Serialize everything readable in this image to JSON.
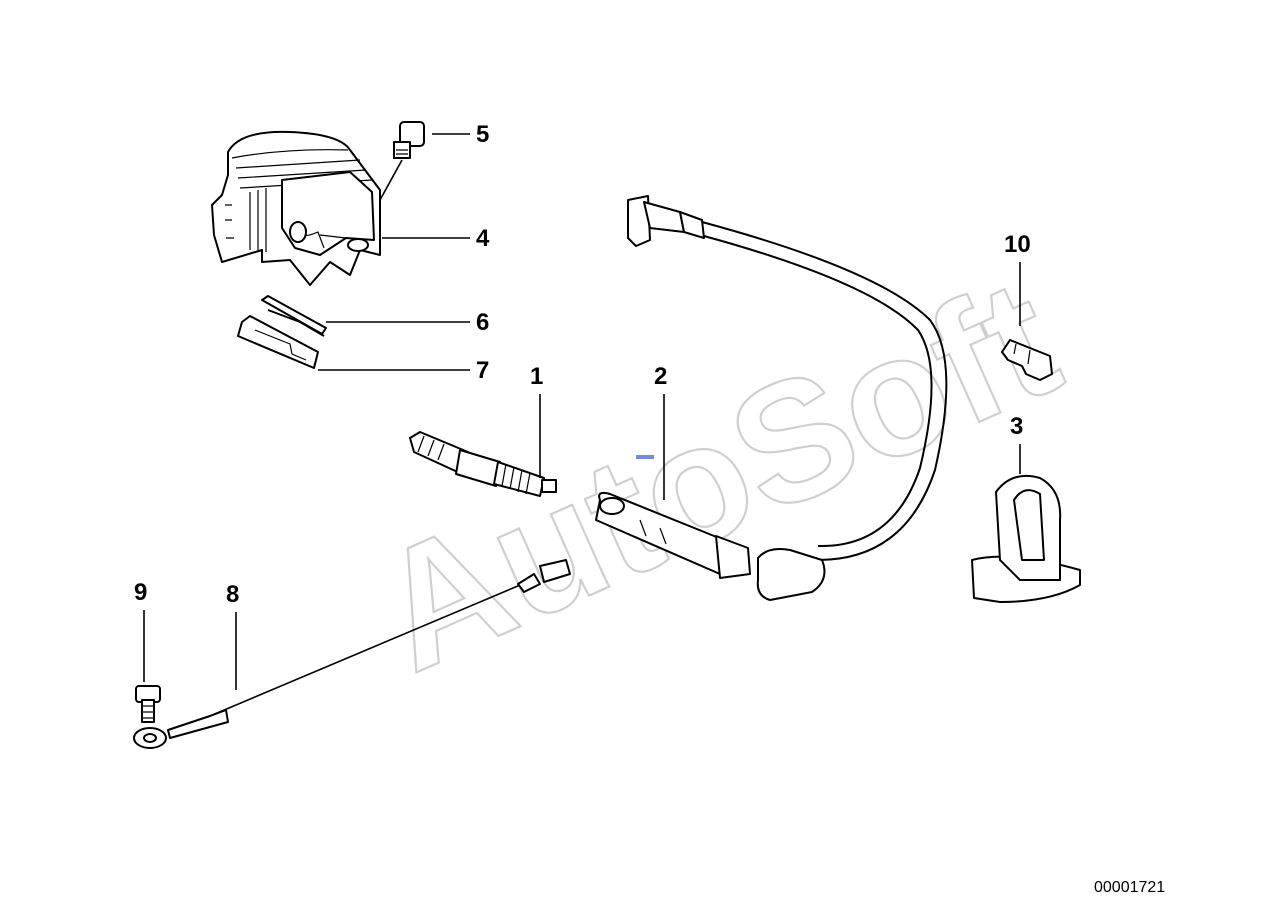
{
  "watermark": "AutoSoft",
  "document_number": "00001721",
  "callouts": [
    {
      "id": "1",
      "label": "1",
      "part": "spark-plug"
    },
    {
      "id": "2",
      "label": "2",
      "part": "ignition-lead"
    },
    {
      "id": "3",
      "label": "3",
      "part": "holder"
    },
    {
      "id": "4",
      "label": "4",
      "part": "ignition-coil"
    },
    {
      "id": "5",
      "label": "5",
      "part": "screw"
    },
    {
      "id": "6",
      "label": "6",
      "part": "plate"
    },
    {
      "id": "7",
      "label": "7",
      "part": "plate"
    },
    {
      "id": "8",
      "label": "8",
      "part": "ground-cable"
    },
    {
      "id": "9",
      "label": "9",
      "part": "screw"
    },
    {
      "id": "10",
      "label": "10",
      "part": "clip"
    }
  ]
}
